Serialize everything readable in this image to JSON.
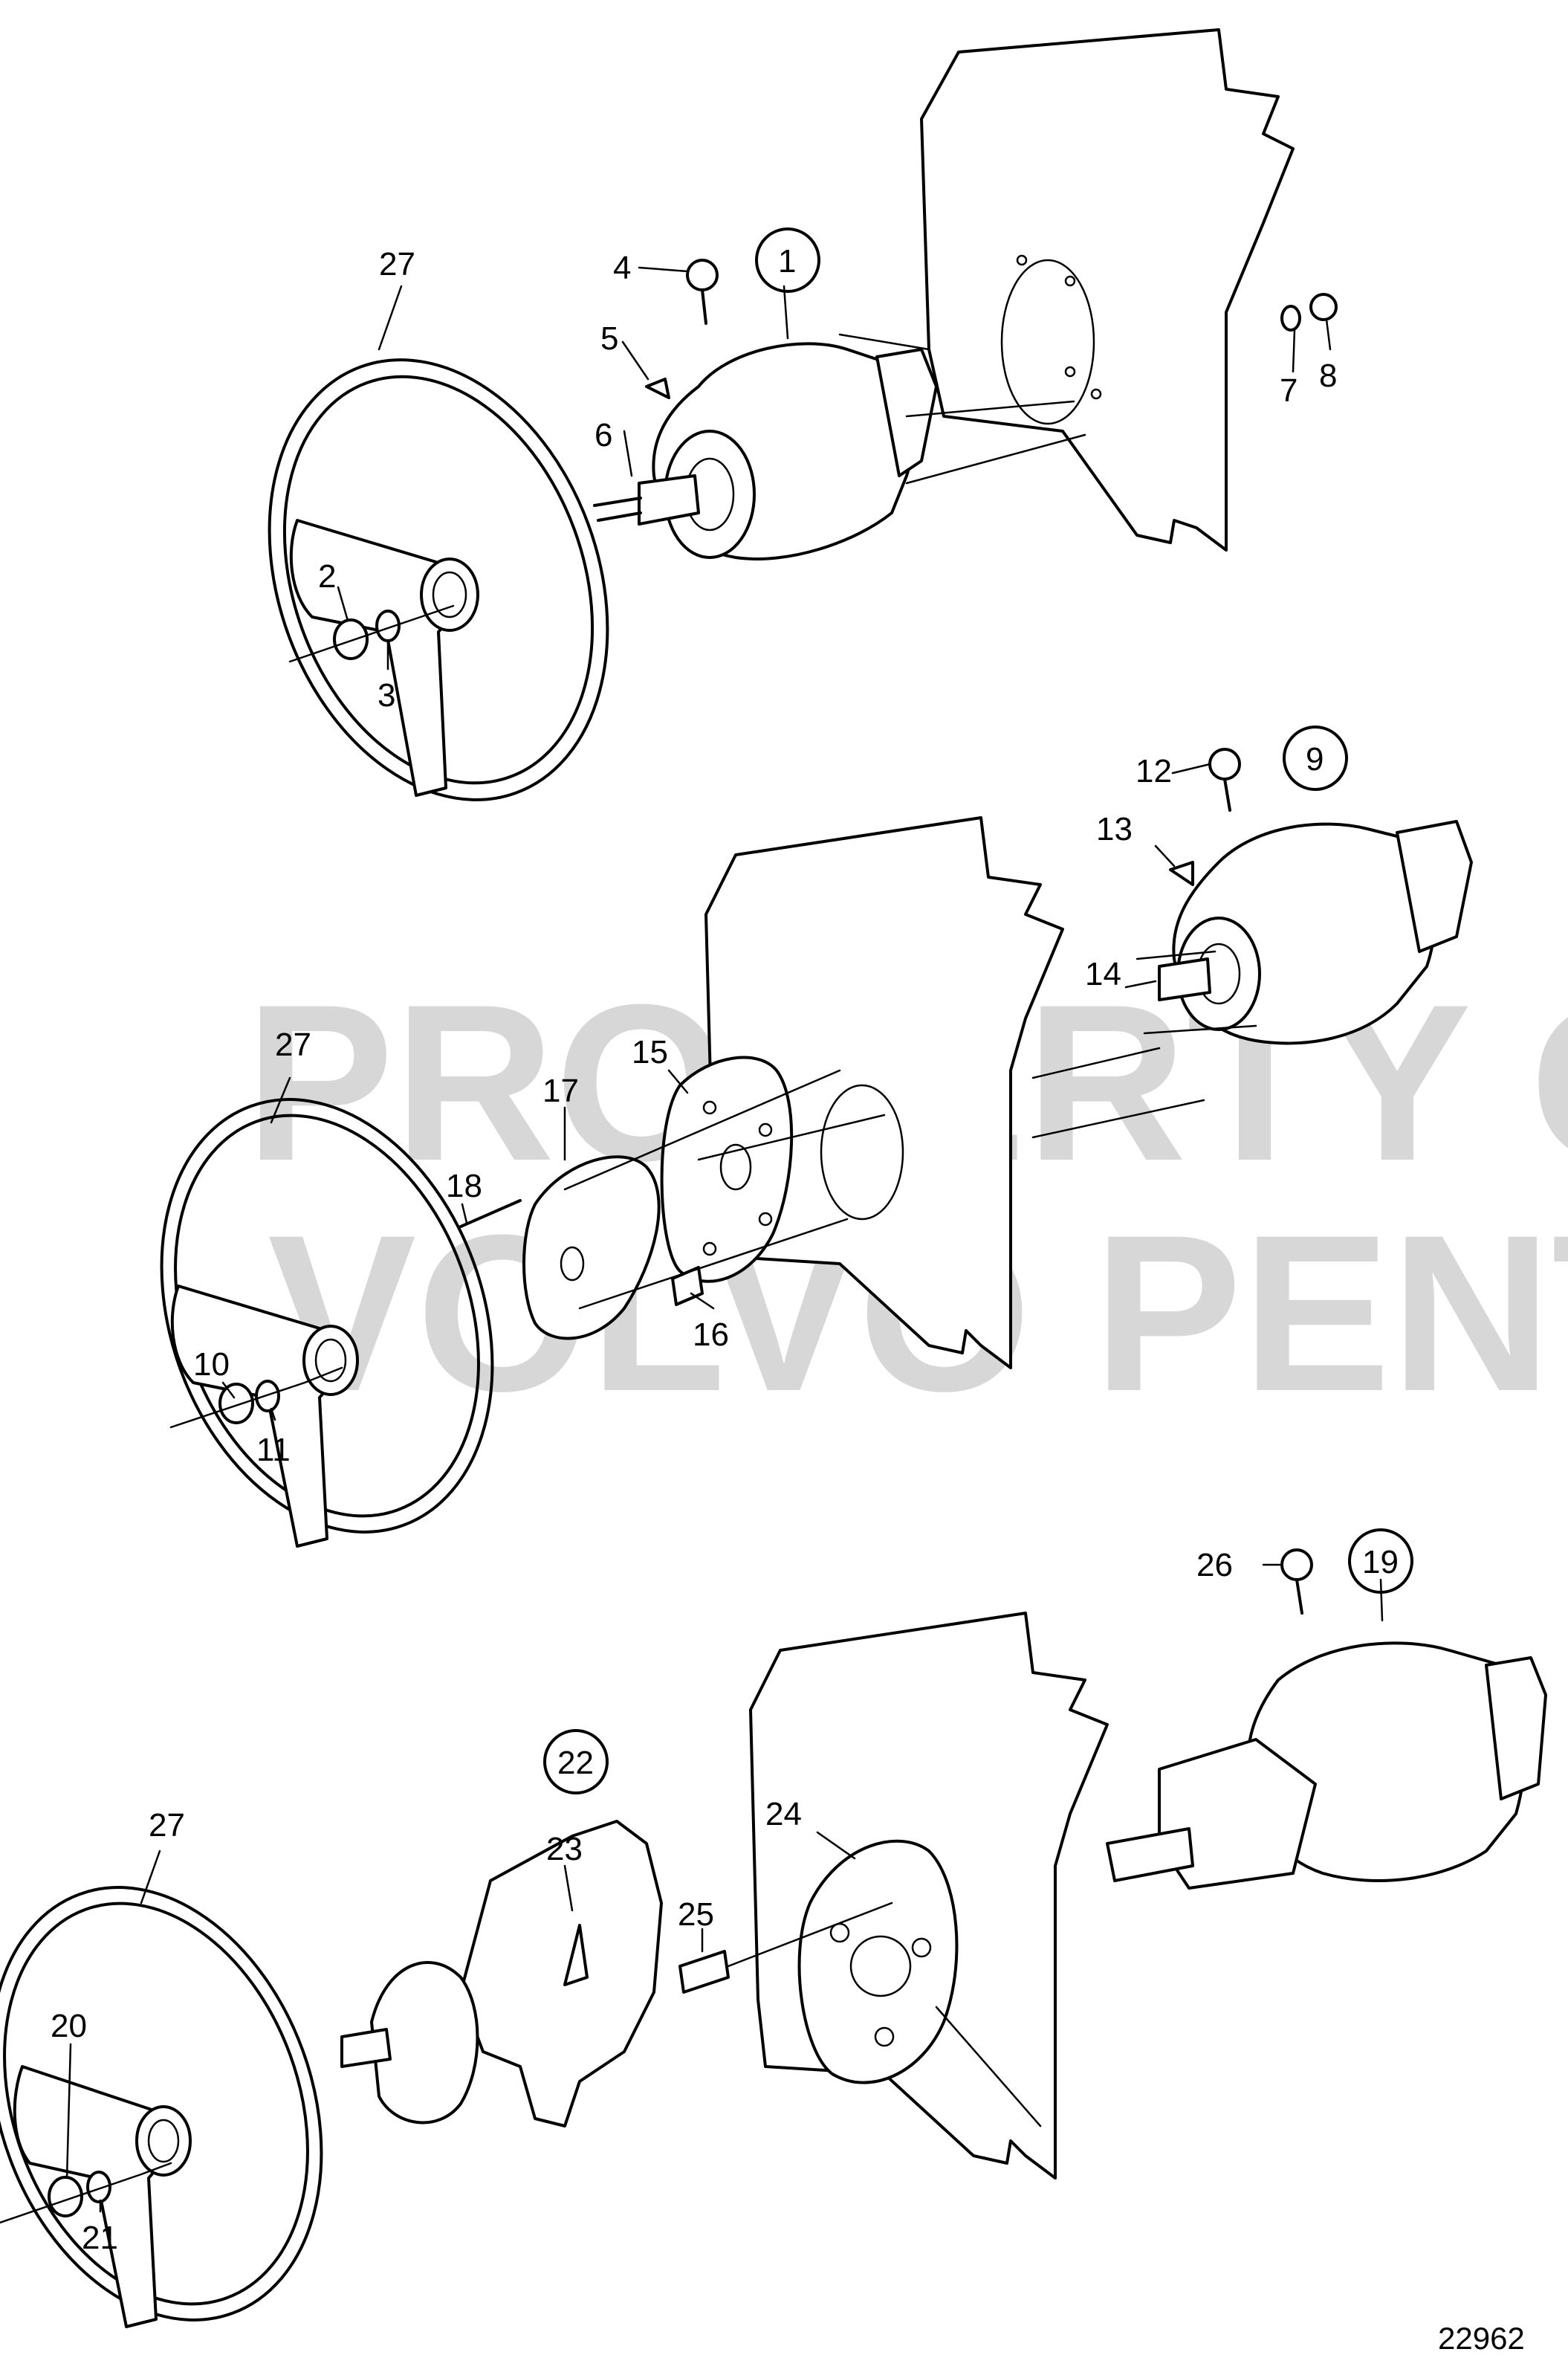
{
  "watermark": {
    "line1": "PROPERTY OF",
    "line2": "VOLVO PENTA"
  },
  "reference_number": "22962",
  "callouts": [
    "1",
    "2",
    "3",
    "4",
    "5",
    "6",
    "7",
    "8",
    "9",
    "10",
    "11",
    "12",
    "13",
    "14",
    "15",
    "16",
    "17",
    "18",
    "19",
    "20",
    "21",
    "22",
    "23",
    "24",
    "25",
    "26",
    "27",
    "27",
    "27"
  ],
  "circled_callouts": [
    "1",
    "9",
    "19",
    "22"
  ]
}
